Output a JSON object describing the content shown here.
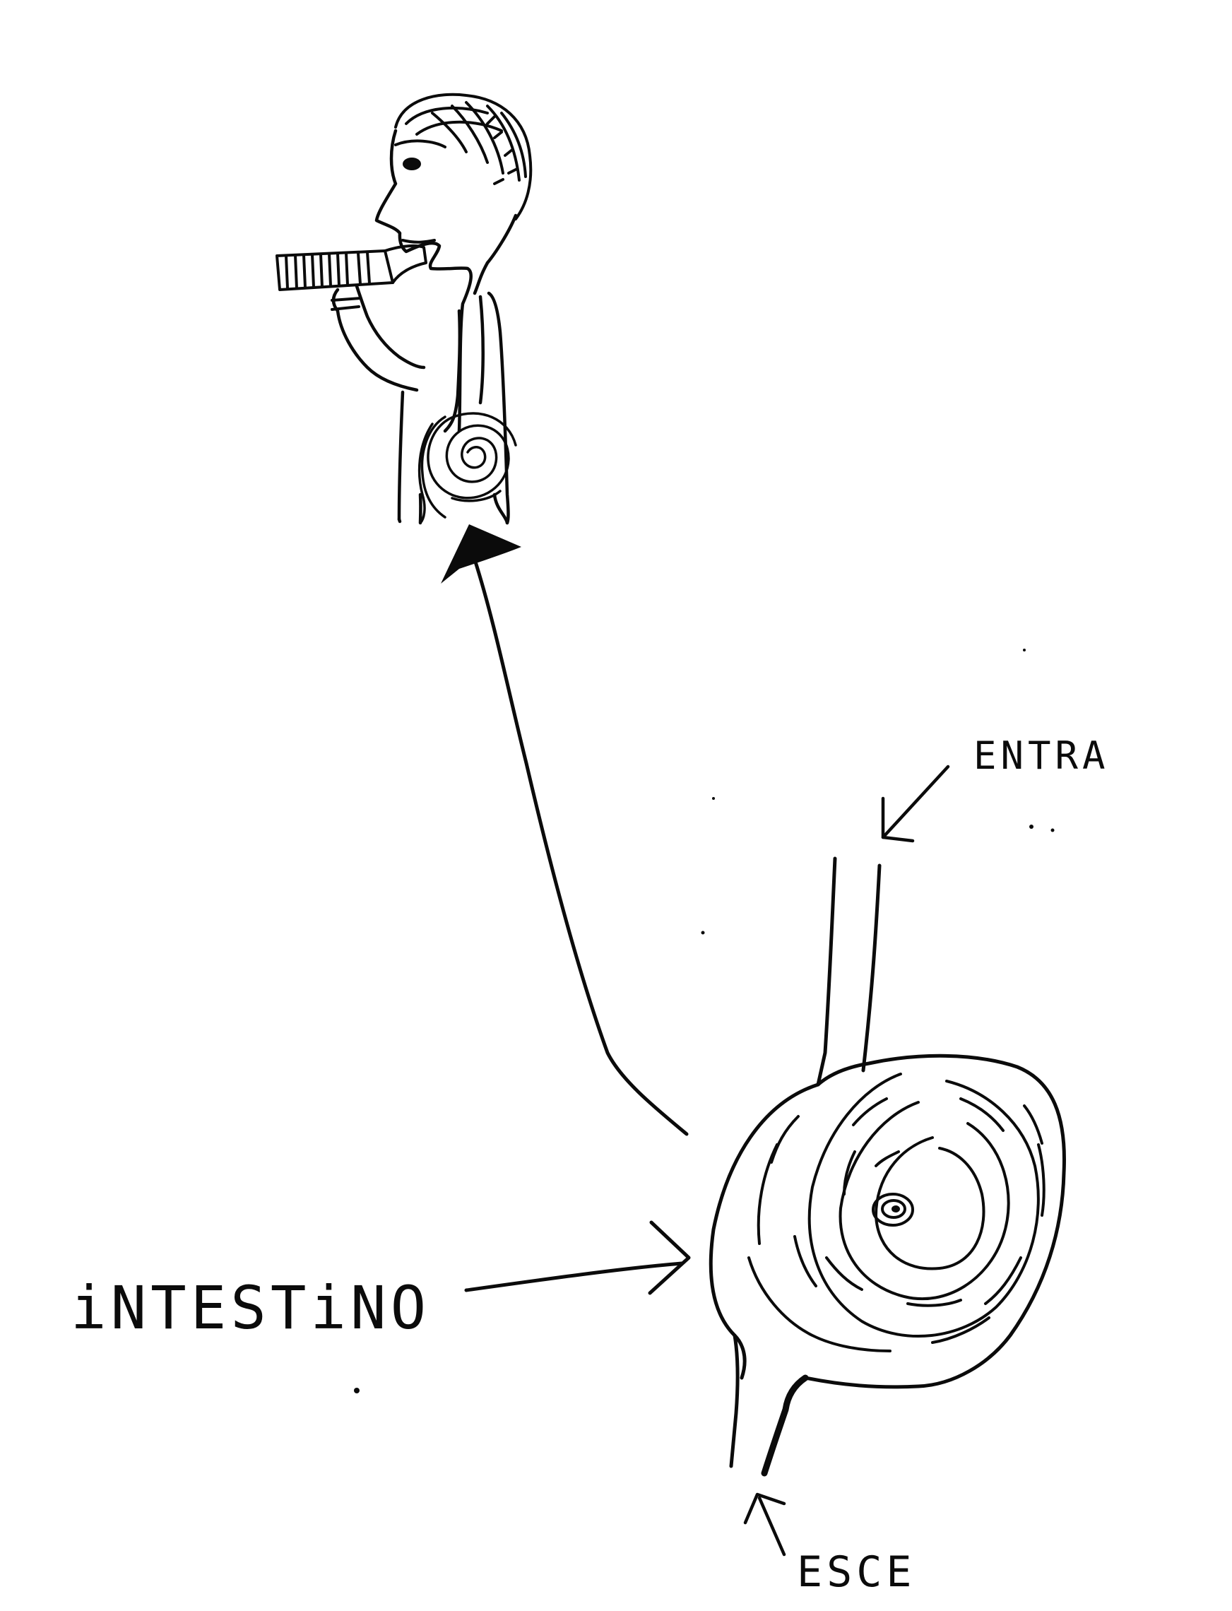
{
  "labels": {
    "entra": "ENTRA",
    "intestino": "iNTESTiNO",
    "esce": "ESCE"
  },
  "colors": {
    "ink": "#0b0b0b",
    "paper": "#ffffff"
  }
}
